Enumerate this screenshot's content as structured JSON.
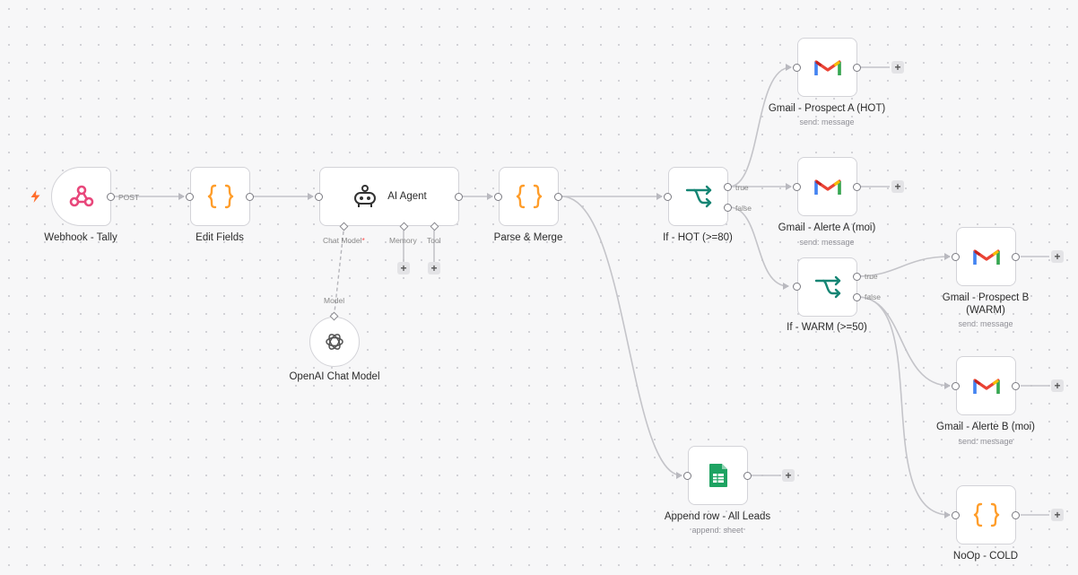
{
  "nodes": {
    "webhook": {
      "label": "Webhook - Tally",
      "output_tag": "POST"
    },
    "edit_fields": {
      "label": "Edit Fields"
    },
    "ai_agent": {
      "label": "AI Agent",
      "chat_model": "Chat Model",
      "memory": "Memory",
      "tool": "Tool",
      "required": "*"
    },
    "openai_model": {
      "label": "OpenAI Chat Model",
      "port_label": "Model"
    },
    "parse_merge": {
      "label": "Parse & Merge"
    },
    "if_hot": {
      "label": "If - HOT (>=80)",
      "true_tag": "true",
      "false_tag": "false"
    },
    "if_warm": {
      "label": "If - WARM (>=50)",
      "true_tag": "true",
      "false_tag": "false"
    },
    "gmail_prospect_a": {
      "label": "Gmail - Prospect A (HOT)",
      "sub": "send: message"
    },
    "gmail_alerte_a": {
      "label": "Gmail - Alerte A (moi)",
      "sub": "send: message"
    },
    "gmail_prospect_b": {
      "label_line1": "Gmail - Prospect B",
      "label_line2": "(WARM)",
      "sub": "send: message"
    },
    "gmail_alerte_b": {
      "label": "Gmail - Alerte B (moi)",
      "sub": "send: message"
    },
    "append_row": {
      "label": "Append row - All Leads",
      "sub": "append: sheet"
    },
    "noop_cold": {
      "label": "NoOp - COLD"
    }
  },
  "ui": {
    "plus": "+"
  },
  "colors": {
    "webhook": "#e8477b",
    "code": "#ff9d2a",
    "if": "#158574",
    "trigger_bolt": "#ff6d2c",
    "sheets": "#1ea362"
  }
}
